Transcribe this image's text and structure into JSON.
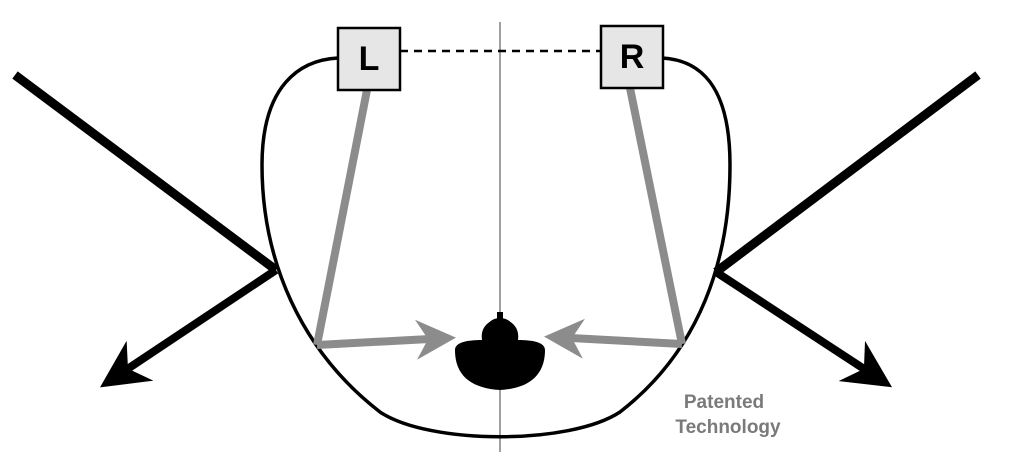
{
  "speakers": {
    "left": {
      "label": "L"
    },
    "right": {
      "label": "R"
    }
  },
  "caption": {
    "line1": "Patented",
    "line2": "Technology"
  },
  "colors": {
    "outline": "#000000",
    "reflection": "#8c8c8c",
    "speaker_fill": "#e6e6e6",
    "center_line": "#a0a0a0",
    "caption": "#7a7a7a"
  },
  "icons": {
    "listener": "listener-icon",
    "speaker": "speaker-box"
  }
}
